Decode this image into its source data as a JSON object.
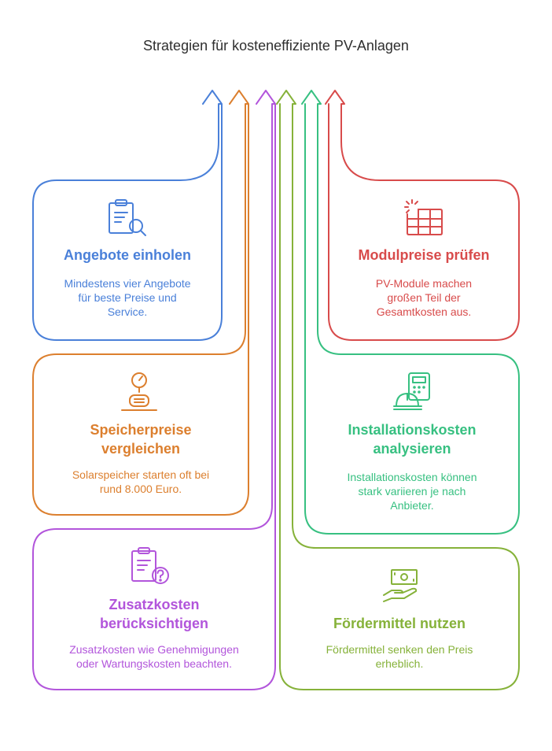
{
  "title": "Strategien für kosteneffiziente PV-Anlagen",
  "colors": {
    "blue": "#4a80d9",
    "orange": "#dc7f2e",
    "purple": "#b255db",
    "red": "#d84b4b",
    "green": "#37c081",
    "lime": "#86b23a"
  },
  "cards": [
    {
      "id": "angebote",
      "color": "blue",
      "icon": "clipboard-search-icon",
      "title_lines": [
        "Angebote einholen"
      ],
      "description_lines": [
        "Mindestens vier Angebote",
        "für beste Preise und",
        "Service."
      ]
    },
    {
      "id": "speicher",
      "color": "orange",
      "icon": "battery-meter-icon",
      "title_lines": [
        "Speicherpreise",
        "vergleichen"
      ],
      "description_lines": [
        "Solarspeicher starten oft bei",
        "rund 8.000 Euro."
      ]
    },
    {
      "id": "zusatz",
      "color": "purple",
      "icon": "clipboard-question-icon",
      "title_lines": [
        "Zusatzkosten",
        "berücksichtigen"
      ],
      "description_lines": [
        "Zusatzkosten wie Genehmigungen",
        "oder Wartungskosten beachten."
      ]
    },
    {
      "id": "modul",
      "color": "red",
      "icon": "solar-panel-icon",
      "title_lines": [
        "Modulpreise prüfen"
      ],
      "description_lines": [
        "PV-Module machen",
        "großen Teil der",
        "Gesamtkosten aus."
      ]
    },
    {
      "id": "installation",
      "color": "green",
      "icon": "hardhat-calculator-icon",
      "title_lines": [
        "Installationskosten",
        "analysieren"
      ],
      "description_lines": [
        "Installationskosten können",
        "stark variieren je nach",
        "Anbieter."
      ]
    },
    {
      "id": "foerder",
      "color": "lime",
      "icon": "hand-money-icon",
      "title_lines": [
        "Fördermittel nutzen"
      ],
      "description_lines": [
        "Fördermittel senken den Preis",
        "erheblich."
      ]
    }
  ]
}
